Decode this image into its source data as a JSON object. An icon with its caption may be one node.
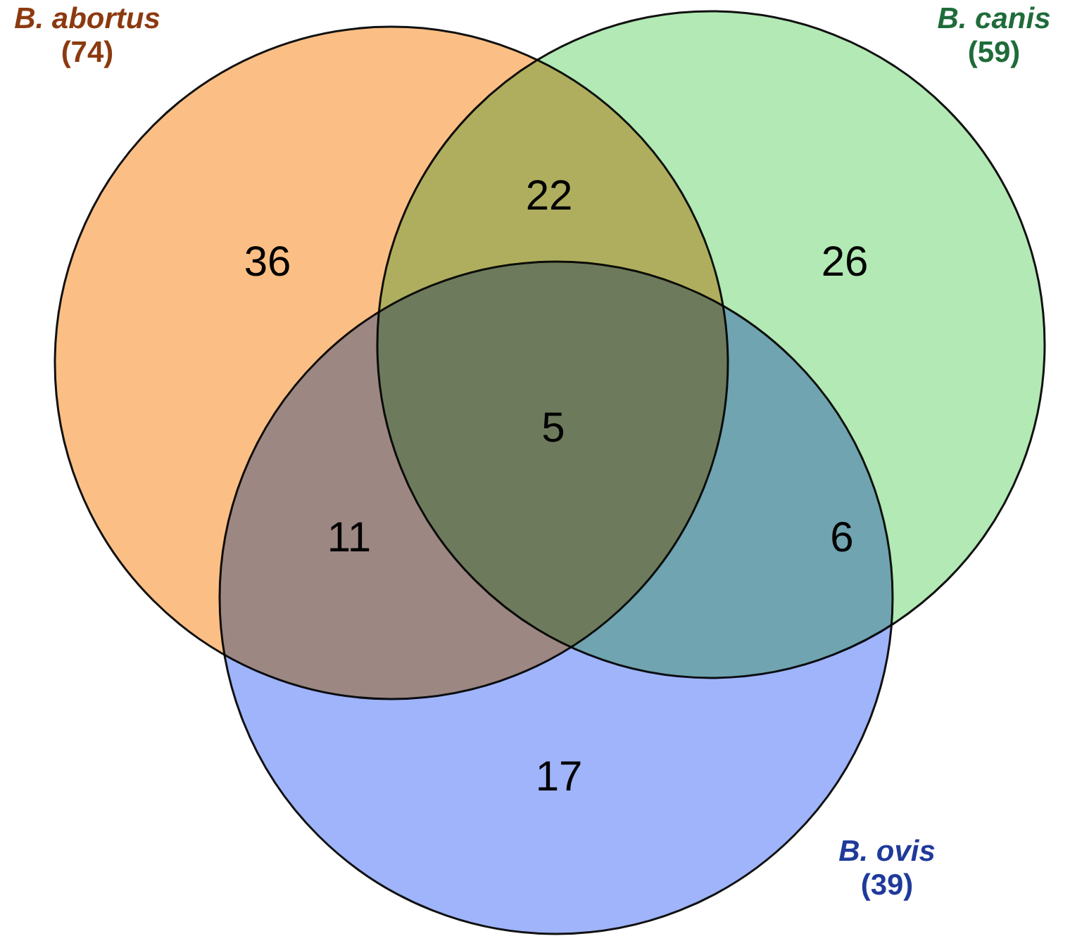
{
  "diagram": {
    "nodes": [
      {
        "text": [
          "B. abortus",
          "(74)"
        ]
      },
      {
        "text": [
          "B. canis",
          "(59)"
        ]
      },
      {
        "text": [
          "B. ovis",
          "(39)"
        ]
      }
    ],
    "labels": [
      "36",
      "22",
      "26",
      "5",
      "11",
      "6",
      "17"
    ]
  }
}
